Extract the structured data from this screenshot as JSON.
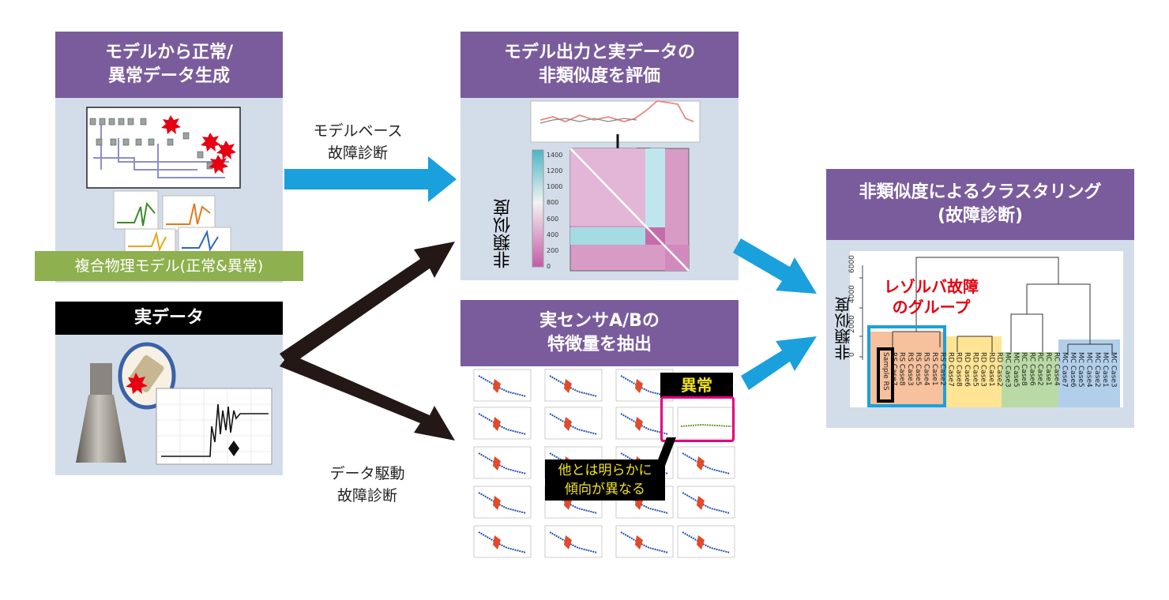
{
  "colors": {
    "header": "#7a5c9c",
    "panel": "#d3dde9",
    "arrow_blue": "#1aa0dc",
    "arrow_dark": "#231815",
    "model_label_bg": "#8fb04e",
    "real_header_bg": "#000000",
    "red_label": "#e60012",
    "abnormal_box": "#e4007f"
  },
  "panel_model_gen": {
    "title_line1": "モデルから正常/",
    "title_line2": "異常データ生成",
    "footer": "複合物理モデル(正常&異常)"
  },
  "panel_real": {
    "title": "実データ"
  },
  "panel_eval": {
    "title_line1": "モデル出力と実データの",
    "title_line2": "非類似度を評価",
    "y_axis": "非類似度",
    "colorbar_ticks": [
      "1400",
      "1200",
      "1000",
      "800",
      "600",
      "400",
      "200",
      "0"
    ]
  },
  "panel_features": {
    "title_line1": "実センサA/Bの",
    "title_line2": "特徴量を抽出",
    "abnormal_tag": "異常",
    "callout_line1": "他とは明らかに",
    "callout_line2": "傾向が異なる"
  },
  "panel_cluster": {
    "title_line1": "非類似度によるクラスタリング",
    "title_line2": "(故障診断)",
    "y_axis": "非類似度",
    "y_ticks": [
      "6000",
      "4000",
      "2000",
      "0"
    ],
    "group_line1": "レゾルバ故障",
    "group_line2": "のグループ",
    "leaves": [
      "Sample RS",
      "RS Case7",
      "RS Case8",
      "RS Case3",
      "RS Case5",
      "RS Case4",
      "RS Case1",
      "RS Case2",
      "RD Case7",
      "RD Case8",
      "RD Case6",
      "RD Case5",
      "RD Case3",
      "RD Case1",
      "RD Case2",
      "MC Case3",
      "MC Case5",
      "RC Case8",
      "RC Case6",
      "RC Case2",
      "RC Case1",
      "RC Case4",
      "MC Case7",
      "MC Case6",
      "MC Case5",
      "MC Case4",
      "MC Case2",
      "MC Case1",
      "MC Case3"
    ]
  },
  "arrow_labels": {
    "model_line1": "モデルベース",
    "model_line2": "故障診断",
    "data_line1": "データ駆動",
    "data_line2": "故障診断"
  }
}
